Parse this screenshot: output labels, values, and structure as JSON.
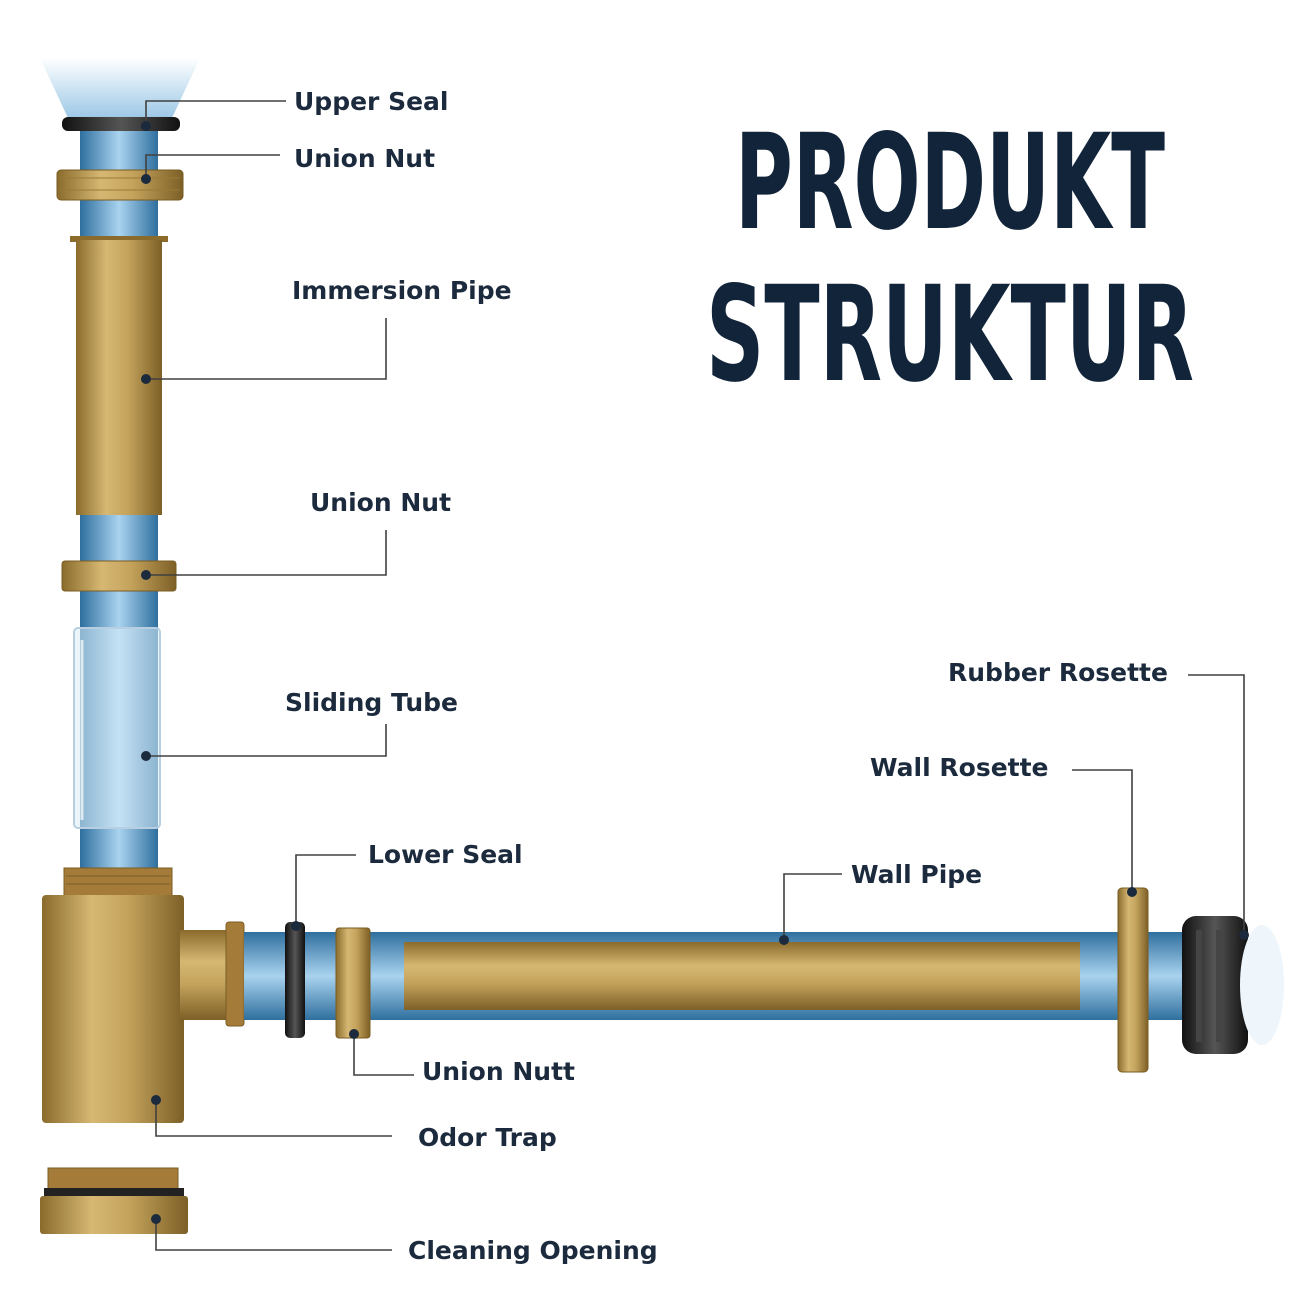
{
  "title": {
    "line1": "PRODUKT",
    "line2": "STRUKTUR"
  },
  "labels": {
    "upper_seal": "Upper Seal",
    "union_nut_top": "Union Nut",
    "immersion_pipe": "Immersion Pipe",
    "union_nut_mid": "Union Nut",
    "sliding_tube": "Sliding Tube",
    "lower_seal": "Lower Seal",
    "union_nutt": "Union Nutt",
    "odor_trap": "Odor Trap",
    "cleaning_opening": "Cleaning Opening",
    "wall_pipe": "Wall Pipe",
    "wall_rosette": "Wall Rosette",
    "rubber_rosette": "Rubber Rosette"
  },
  "colors": {
    "brass": "#b8964a",
    "brass_dark": "#8a6b2c",
    "water": "#5d9cc8",
    "rubber": "#2a2a2a",
    "title": "#12243a"
  }
}
